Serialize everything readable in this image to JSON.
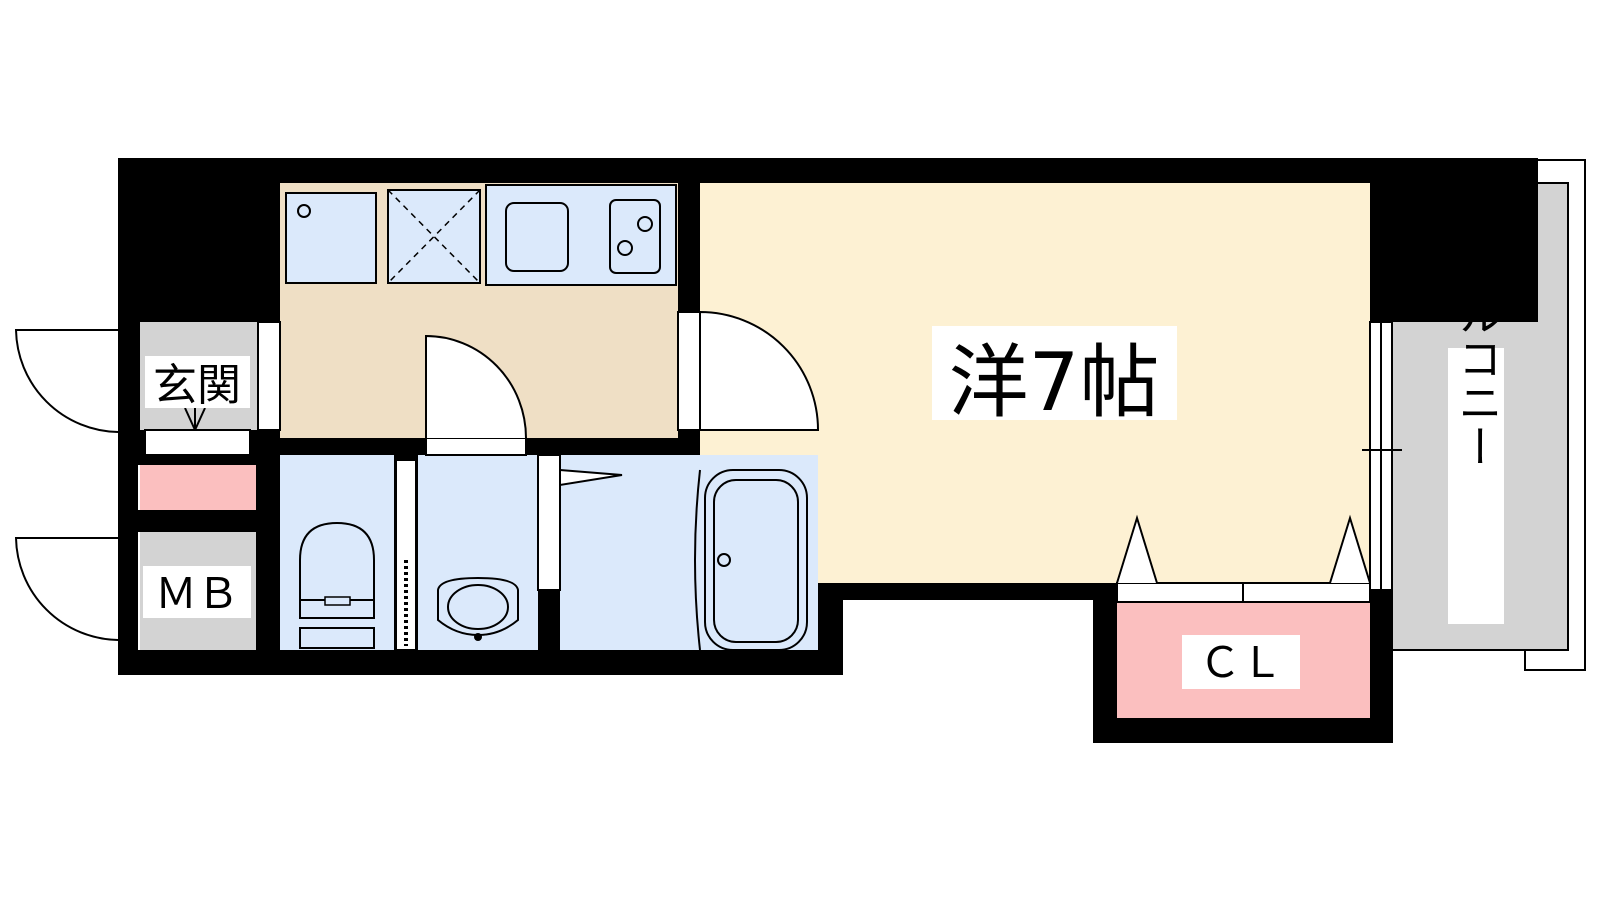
{
  "rooms": {
    "western_room": {
      "label": "洋7帖",
      "color": "#fdf1d3"
    },
    "entrance": {
      "label": "玄関",
      "color": "#d3d3d3"
    },
    "meter_box": {
      "label": "ＭＢ",
      "color": "#d3d3d3"
    },
    "closet": {
      "label": "ＣＬ",
      "color": "#fbbfbf"
    },
    "balcony": {
      "label": "バルコニー",
      "color": "#d3d3d3"
    },
    "kitchen": {
      "color": "#efdfc5"
    },
    "wet_area": {
      "color": "#dbe9fb"
    },
    "shoe_storage": {
      "color": "#fbbfbf"
    }
  },
  "fixtures": [
    "refrigerator-icon",
    "washer-space-icon",
    "sink-icon",
    "stove-icon",
    "toilet-icon",
    "washbasin-icon",
    "bathtub-icon"
  ],
  "colors": {
    "wall": "#000000",
    "outline": "#000000"
  }
}
